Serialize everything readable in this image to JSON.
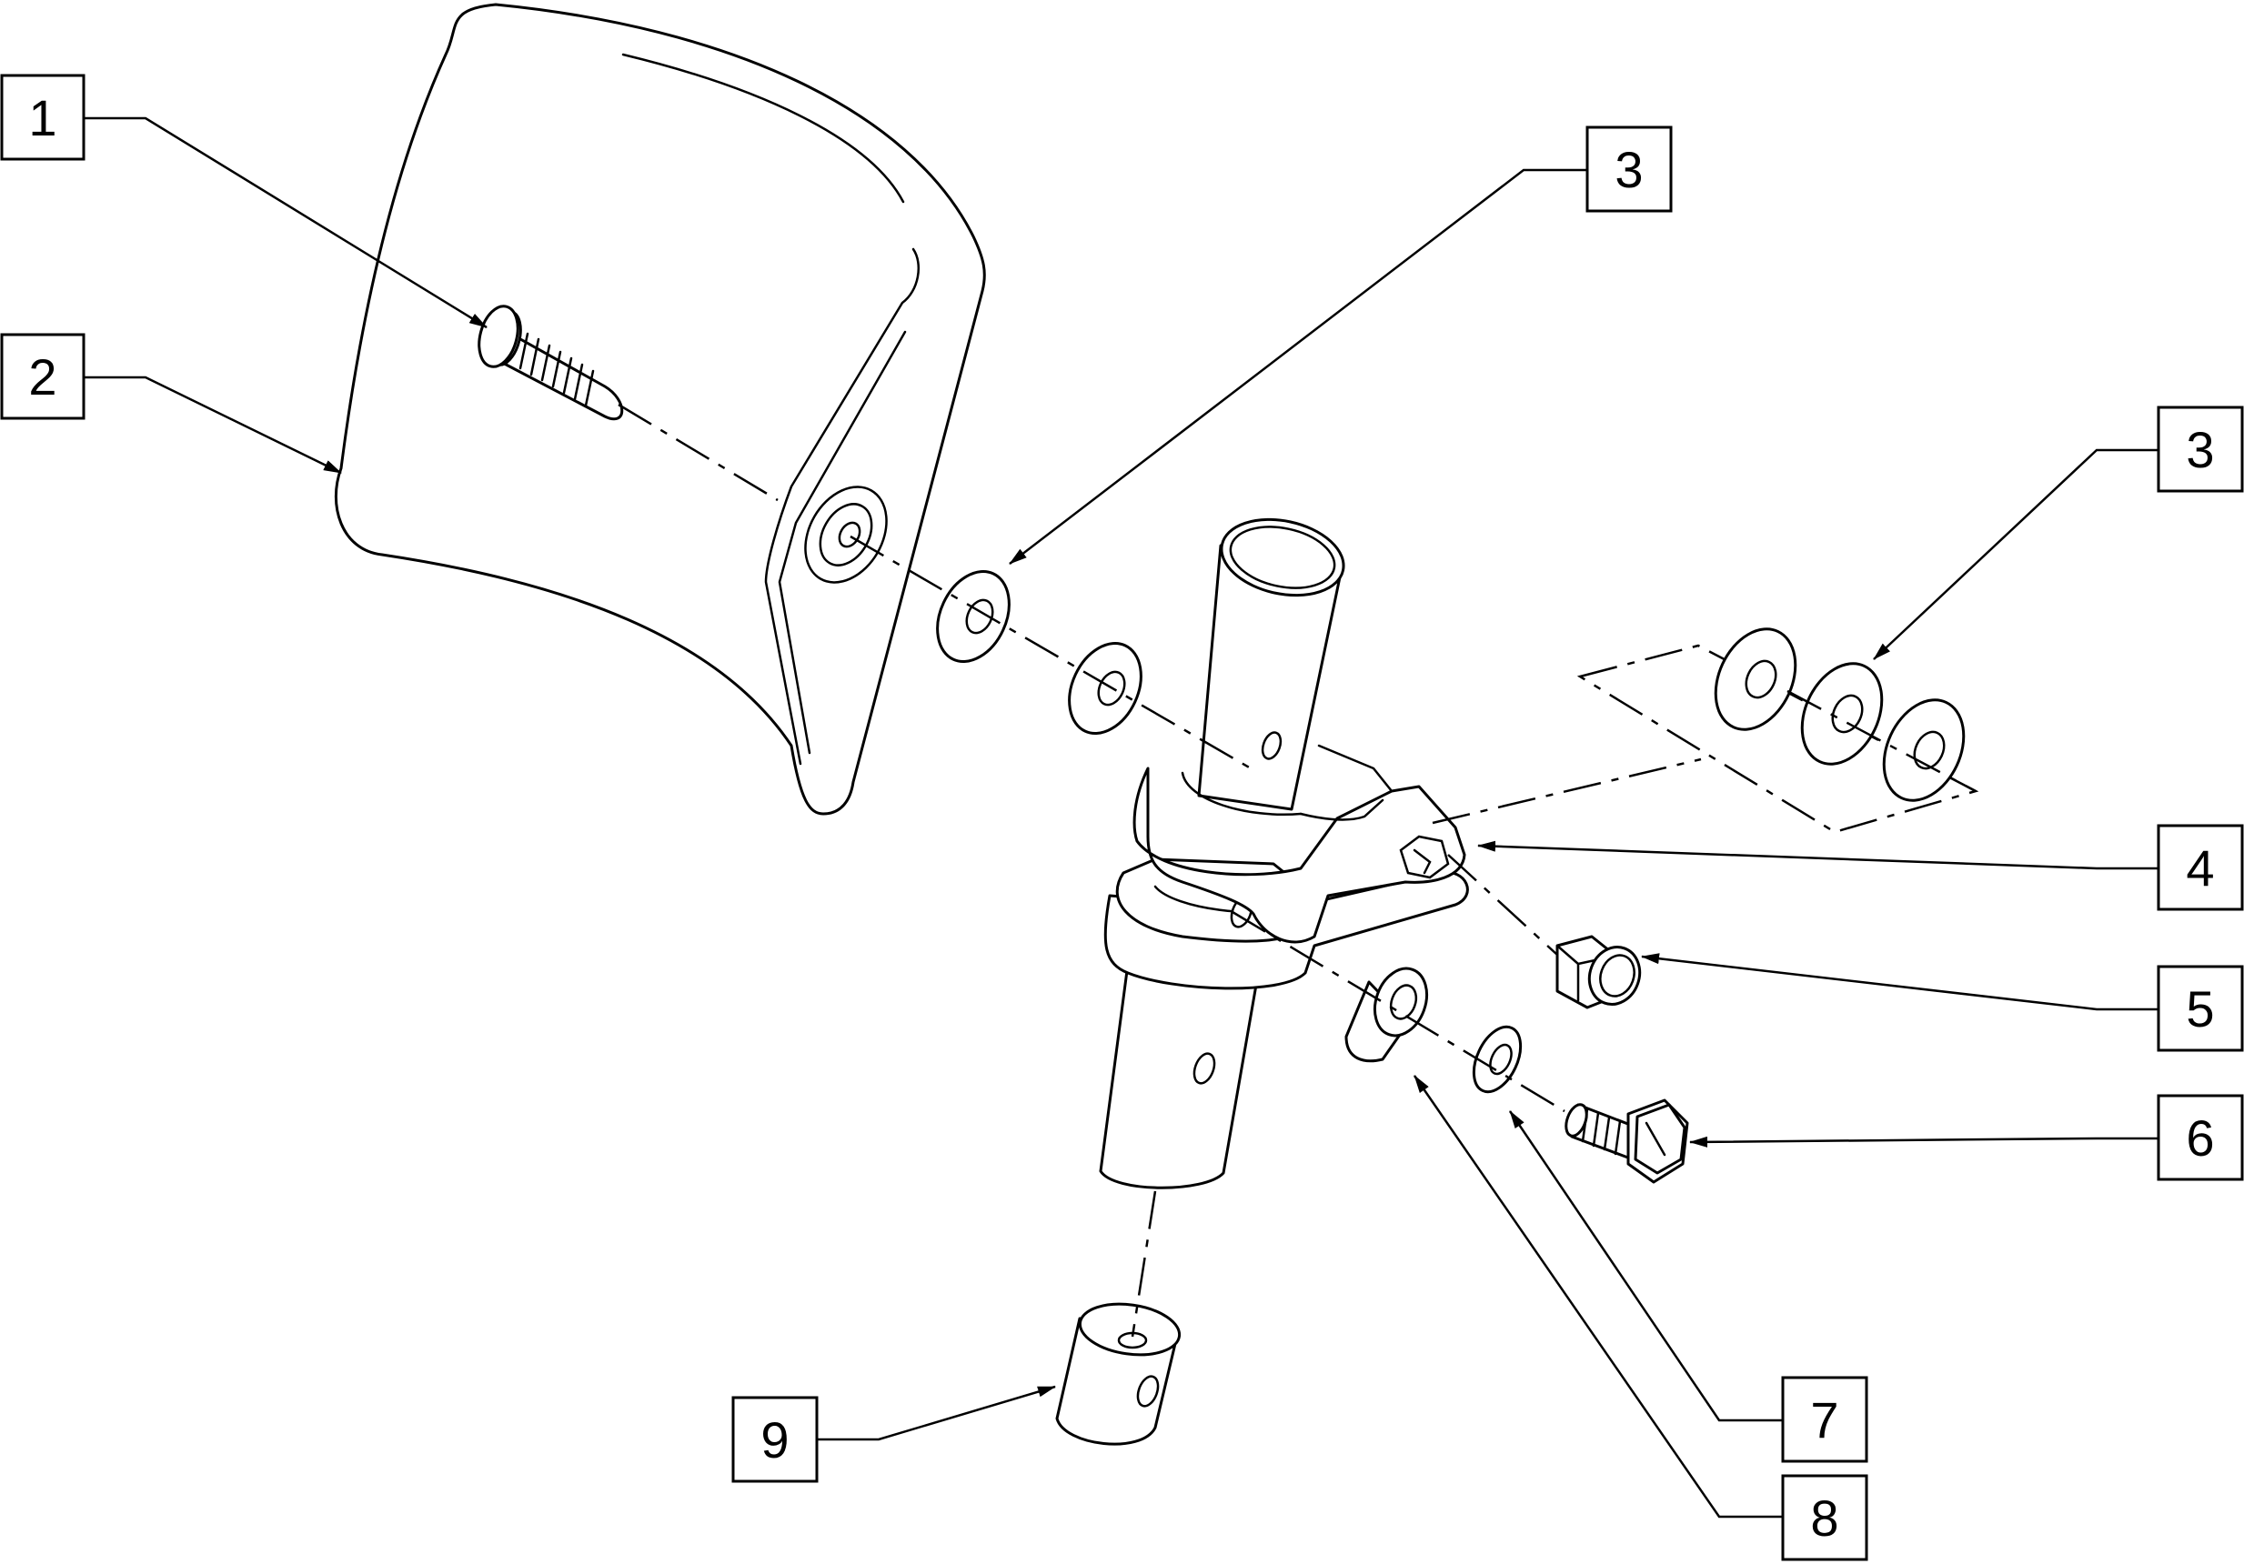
{
  "diagram": {
    "callouts": [
      {
        "id": "c1",
        "label": "1"
      },
      {
        "id": "c2",
        "label": "2"
      },
      {
        "id": "c3a",
        "label": "3"
      },
      {
        "id": "c3b",
        "label": "3"
      },
      {
        "id": "c4",
        "label": "4"
      },
      {
        "id": "c5",
        "label": "5"
      },
      {
        "id": "c6",
        "label": "6"
      },
      {
        "id": "c7",
        "label": "7"
      },
      {
        "id": "c8",
        "label": "8"
      },
      {
        "id": "c9",
        "label": "9"
      }
    ]
  }
}
